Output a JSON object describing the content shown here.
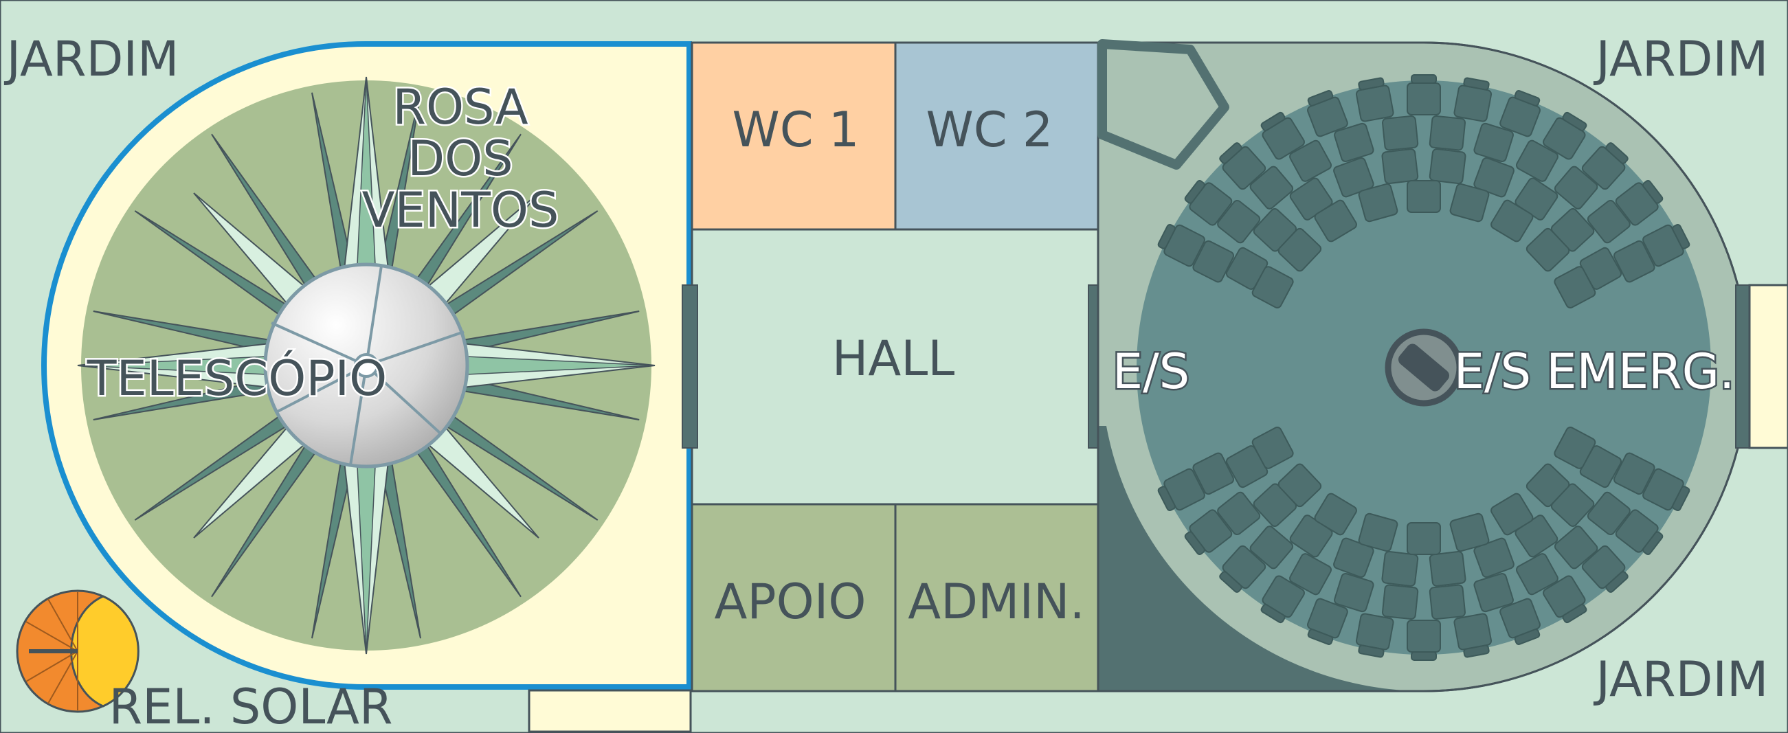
{
  "labels": {
    "garden_top_left": "JARDIM",
    "garden_top_right": "JARDIM",
    "garden_bottom_right": "JARDIM",
    "wind_rose": [
      "ROSA",
      "DOS",
      "VENTOS"
    ],
    "telescope": "TELESCÓPIO",
    "sundial": "REL. SOLAR",
    "wc1": "WC 1",
    "wc2": "WC 2",
    "hall": "HALL",
    "support": "APOIO",
    "admin": "ADMIN.",
    "entry_exit": "E/S",
    "emergency_exit": "E/S EMERG."
  },
  "colors": {
    "ground": "#cce6d6",
    "terrace": "#fffbd6",
    "terrace_border": "#1a8fd0",
    "rose_disc": "#a9bf92",
    "rose_points": "#5c8a7e",
    "rose_highlight": "#d8f0e0",
    "dome": "#e0e0e0",
    "wc1": "#ffd0a3",
    "wc2": "#a8c5d3",
    "hall": "#cce6d6",
    "support_admin": "#acbf94",
    "planetarium_outer": "#aac2b3",
    "planetarium_floor": "#668f8f",
    "seats": "#4f7070",
    "dark": "#537171",
    "sundial_orange": "#f28a2e",
    "sundial_yellow": "#ffcc2b",
    "outline": "#45535a"
  }
}
